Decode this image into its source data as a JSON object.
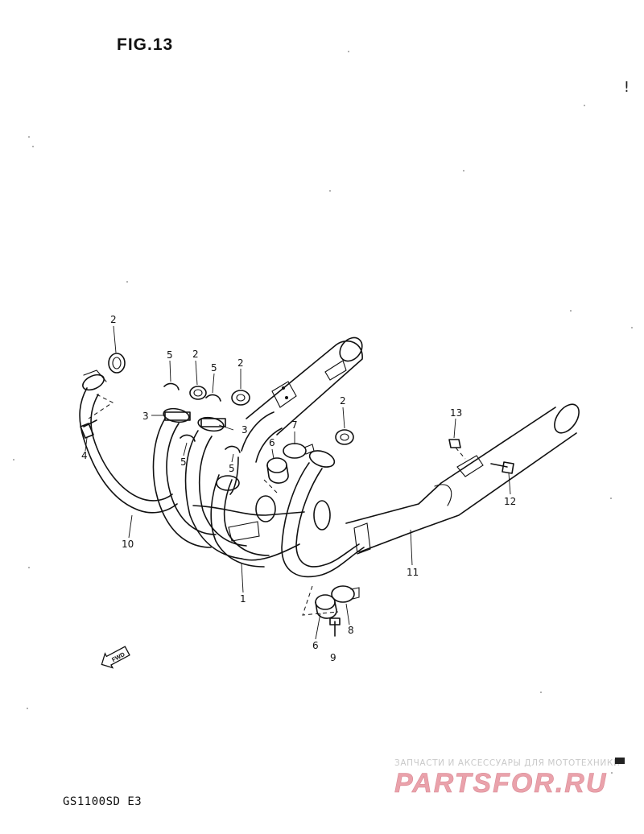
{
  "figure": {
    "title": "FIG.13"
  },
  "model": {
    "code": "GS1100SD  E3"
  },
  "callouts": [
    {
      "id": "c-2a",
      "label": "2"
    },
    {
      "id": "c-2b",
      "label": "2"
    },
    {
      "id": "c-2c",
      "label": "2"
    },
    {
      "id": "c-2d",
      "label": "2"
    },
    {
      "id": "c-5a",
      "label": "5"
    },
    {
      "id": "c-5b",
      "label": "5"
    },
    {
      "id": "c-5c",
      "label": "5"
    },
    {
      "id": "c-5d",
      "label": "5"
    },
    {
      "id": "c-3a",
      "label": "3"
    },
    {
      "id": "c-3b",
      "label": "3"
    },
    {
      "id": "c-4",
      "label": "4"
    },
    {
      "id": "c-10",
      "label": "10"
    },
    {
      "id": "c-1",
      "label": "1"
    },
    {
      "id": "c-6a",
      "label": "6"
    },
    {
      "id": "c-7",
      "label": "7"
    },
    {
      "id": "c-13",
      "label": "13"
    },
    {
      "id": "c-12",
      "label": "12"
    },
    {
      "id": "c-11",
      "label": "11"
    },
    {
      "id": "c-8",
      "label": "8"
    },
    {
      "id": "c-6b",
      "label": "6"
    },
    {
      "id": "c-9",
      "label": "9"
    }
  ],
  "direction_arrow": {
    "label": "FWD",
    "icon": "forward-arrow-icon"
  },
  "watermark": {
    "tagline": "ЗАПЧАСТИ И АКСЕССУАРЫ ДЛЯ МОТОТЕХНИКИ",
    "logo": "PARTSFOR.RU",
    "color": "#e8a0a8"
  },
  "marks": {
    "exclamation": "!"
  }
}
